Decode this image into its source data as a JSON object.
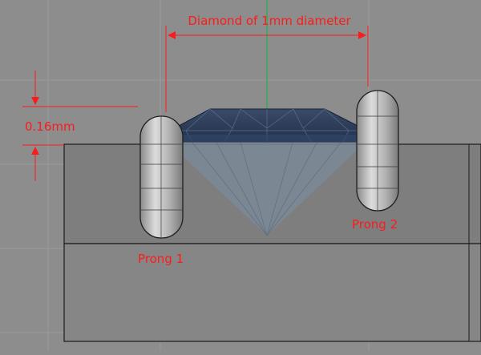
{
  "annotations": {
    "diameter_label": "Diamond of 1mm diameter",
    "height_label": "0.16mm",
    "prong1_label": "Prong 1",
    "prong2_label": "Prong 2"
  },
  "colors": {
    "background": "#8d8d8d",
    "grid": "#9a9a9a",
    "annotation": "#ff1a1a",
    "axis_green": "#22b14c",
    "block_top": "#7d7d7d",
    "block_bottom": "#858585",
    "diamond_crown": "#2e3f5c",
    "diamond_pavilion": "#7b8898",
    "prong": "#b9b9b9"
  }
}
